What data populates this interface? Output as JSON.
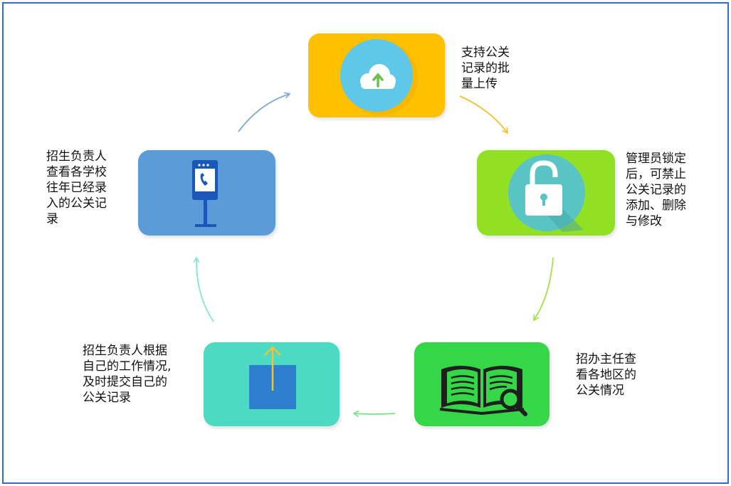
{
  "diagram": {
    "steps": [
      {
        "id": "upload",
        "icon": "cloud-upload-icon",
        "color": "#ffc000",
        "text": "支持公关\n记录的批\n量上传"
      },
      {
        "id": "lock",
        "icon": "unlock-icon",
        "color": "#92d420",
        "text": "管理员锁定\n后，可禁止\n公关记录的\n添加、删除\n与修改"
      },
      {
        "id": "review",
        "icon": "book-magnifier-icon",
        "color": "#37d64a",
        "text": "招办主任查\n看各地区的\n公关情况"
      },
      {
        "id": "submit",
        "icon": "box-upload-icon",
        "color": "#4dd9c0",
        "text": "招生负责人根据\n自己的工作情况,\n及时提交自己的\n公关记录"
      },
      {
        "id": "view",
        "icon": "phone-kiosk-icon",
        "color": "#5b9bd5",
        "text": "招生负责人\n查看各学校\n往年已经录\n入的公关记\n录"
      }
    ],
    "arrow_colors": [
      "#f2c230",
      "#a6e04a",
      "#7be08a",
      "#86e6cf",
      "#7fa8d8"
    ]
  }
}
